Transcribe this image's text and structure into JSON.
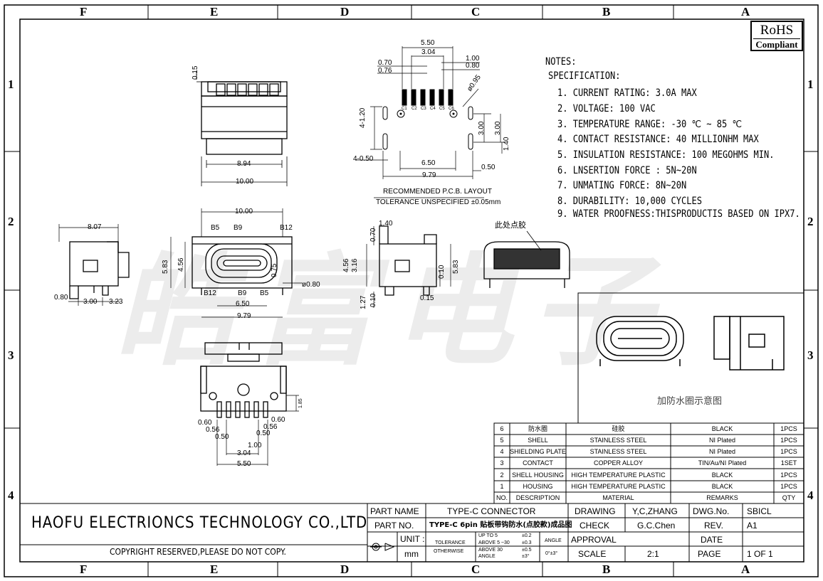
{
  "zones": {
    "columns": [
      "F",
      "E",
      "D",
      "C",
      "B",
      "A"
    ],
    "rows": [
      "1",
      "2",
      "3",
      "4"
    ]
  },
  "rohs": {
    "line1": "RoHS",
    "line2": "Compliant"
  },
  "watermark": "皓富电子",
  "notes": {
    "header": "NOTES:",
    "spec": "SPECIFICATION:",
    "items": [
      "1. CURRENT RATING: 3.0A MAX",
      "2. VOLTAGE: 100 VAC",
      "3. TEMPERATURE RANGE: -30 ℃ ~ 85 ℃",
      "4. CONTACT RESISTANCE: 40 MILLIONHM MAX",
      "5. INSULATION RESISTANCE: 100 MEGOHMS MIN.",
      "6. LNSERTION FORCE : 5N~20N",
      "7. UNMATING FORCE: 8N~20N",
      "8. DURABILITY:   10,000 CYCLES",
      "9. WATER PROOFNESS:THISPRODUCTIS BASED ON IPX7."
    ]
  },
  "pcb": {
    "title": "RECOMMENDED   P.C.B. LAYOUT",
    "tolerance": "TOLERANCE UNSPECIFIED ±0.05mm",
    "pins": [
      "C1",
      "C2",
      "C3",
      "C4",
      "C5",
      "C6"
    ],
    "dims": {
      "d550": "5.50",
      "d304": "3.04",
      "d070": "0.70",
      "d076": "0.76",
      "d100": "1.00",
      "d080": "0.80",
      "d095": "ø0.95",
      "d4120": "4-1.20",
      "d300a": "3.00",
      "d300b": "3.00",
      "d140": "1.40",
      "d4050": "4-0.50",
      "d650": "6.50",
      "d050": "0.50",
      "d979": "9.79"
    }
  },
  "views": {
    "top": {
      "d015": "0.15",
      "d894": "8.94",
      "d1000": "10.00"
    },
    "front": {
      "d1000": "10.00",
      "b5": "B5",
      "b9": "B9",
      "b12": "B12",
      "b12b": "B12",
      "b9b": "B9",
      "b5b": "B5",
      "d583": "5.83",
      "d456": "4.56",
      "d075": "0.75",
      "d080": "ø0.80",
      "d650": "6.50",
      "d979": "9.79"
    },
    "left": {
      "d807": "8.07",
      "d080": "0.80",
      "d300": "3.00",
      "d323": "3.23"
    },
    "side": {
      "d140": "1.40",
      "d070": "0.70",
      "d456": "4.56",
      "d316": "3.16",
      "d127": "1.27",
      "d010a": "0.10",
      "d010b": "0.10",
      "d583": "5.83",
      "d015": "0.15"
    },
    "glue_label": "此处点胶",
    "bottom": {
      "d060a": "0.60",
      "d056a": "0.56",
      "d050a": "0.50",
      "d050b": "0.50",
      "d056b": "0.56",
      "d060b": "0.60",
      "d100": "1.00",
      "d304": "3.04",
      "d550": "5.50",
      "d185": "1.85"
    },
    "waterproof_caption": "加防水圈示意图"
  },
  "bom": {
    "rows": [
      {
        "no": "6",
        "desc": "防水圈",
        "material": "硅胶",
        "remarks": "BLACK",
        "qty": "1PCS"
      },
      {
        "no": "5",
        "desc": "SHELL",
        "material": "STAINLESS STEEL",
        "remarks": "NI  Plated",
        "qty": "1PCS"
      },
      {
        "no": "4",
        "desc": "SHIELDING PLATE",
        "material": "STAINLESS STEEL",
        "remarks": "NI  Plated",
        "qty": "1PCS"
      },
      {
        "no": "3",
        "desc": "CONTACT",
        "material": "COPPER ALLOY",
        "remarks": "TIN/Au/NI Plated",
        "qty": "1SET"
      },
      {
        "no": "2",
        "desc": "SHELL HOUSING",
        "material": "HIGH TEMPERATURE PLASTIC",
        "remarks": "BLACK",
        "qty": "1PCS"
      },
      {
        "no": "1",
        "desc": "HOUSING",
        "material": "HIGH TEMPERATURE PLASTIC",
        "remarks": "BLACK",
        "qty": "1PCS"
      }
    ],
    "header": {
      "no": "NO.",
      "desc": "DESCRIPTION",
      "material": "MATERIAL",
      "remarks": "REMARKS",
      "qty": "QTY"
    }
  },
  "title_block": {
    "company": "HAOFU ELECTRIONCS TECHNOLOGY CO.,LTD",
    "copyright": "COPYRIGHT RESERVED,PLEASE DO NOT COPY.",
    "part_name_label": "PART NAME",
    "part_name": "TYPE-C CONNECTOR",
    "part_no_label": "PART NO.",
    "part_no": "TYPE-C 6pin 贴板带钩防水(点胶款)成品图",
    "unit_label": "UNIT :",
    "unit": "mm",
    "tol_label1": "TOLERANCE",
    "tol_label2": "OTHERWISE",
    "tol_r1": "UP TO 5",
    "tol_r2": "ABOVE 5 ~30",
    "tol_r3": "ABOVE 30",
    "tol_r4": "ANGLE",
    "tol_v1": "±0.2",
    "tol_v2": "±0.3",
    "tol_v3": "±0.5",
    "tol_v4": "±3°",
    "angle_label": "ANGLE",
    "angle_val": "0°±3°",
    "drawing_label": "DRAWING",
    "drawing": "Y,C,ZHANG",
    "check_label": "CHECK",
    "check": "G.C.Chen",
    "approval_label": "APPROVAL",
    "scale_label": "SCALE",
    "scale": "2:1",
    "dwg_label": "DWG.No.",
    "dwg": "SBICL",
    "rev_label": "REV.",
    "rev": "A1",
    "date_label": "DATE",
    "page_label": "PAGE",
    "page": "1 OF 1"
  }
}
